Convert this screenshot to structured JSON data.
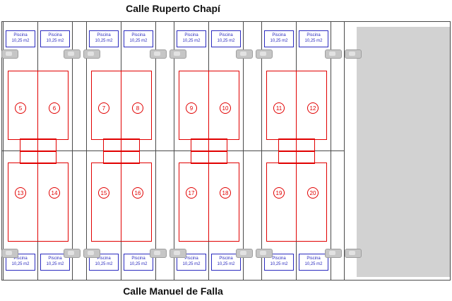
{
  "streets": {
    "top": "Calle Ruperto Chapí",
    "bottom": "Calle Manuel de Falla"
  },
  "pool": {
    "name": "Piscina",
    "area": "10,25 m2"
  },
  "blocks": [
    {
      "top_left": "5",
      "top_right": "6",
      "bottom_left": "13",
      "bottom_right": "14"
    },
    {
      "top_left": "7",
      "top_right": "8",
      "bottom_left": "15",
      "bottom_right": "16"
    },
    {
      "top_left": "9",
      "top_right": "10",
      "bottom_left": "17",
      "bottom_right": "18"
    },
    {
      "top_left": "11",
      "top_right": "12",
      "bottom_left": "19",
      "bottom_right": "20"
    }
  ],
  "colors": {
    "house_outline": "#e10000",
    "plot_number": "#e10000",
    "pool_box": "#2b2bbf",
    "plot_lines": "#4a4a4a",
    "parking_car": "#c6c6c6",
    "empty_area": "#d2d2d2",
    "street_text": "#111111"
  }
}
